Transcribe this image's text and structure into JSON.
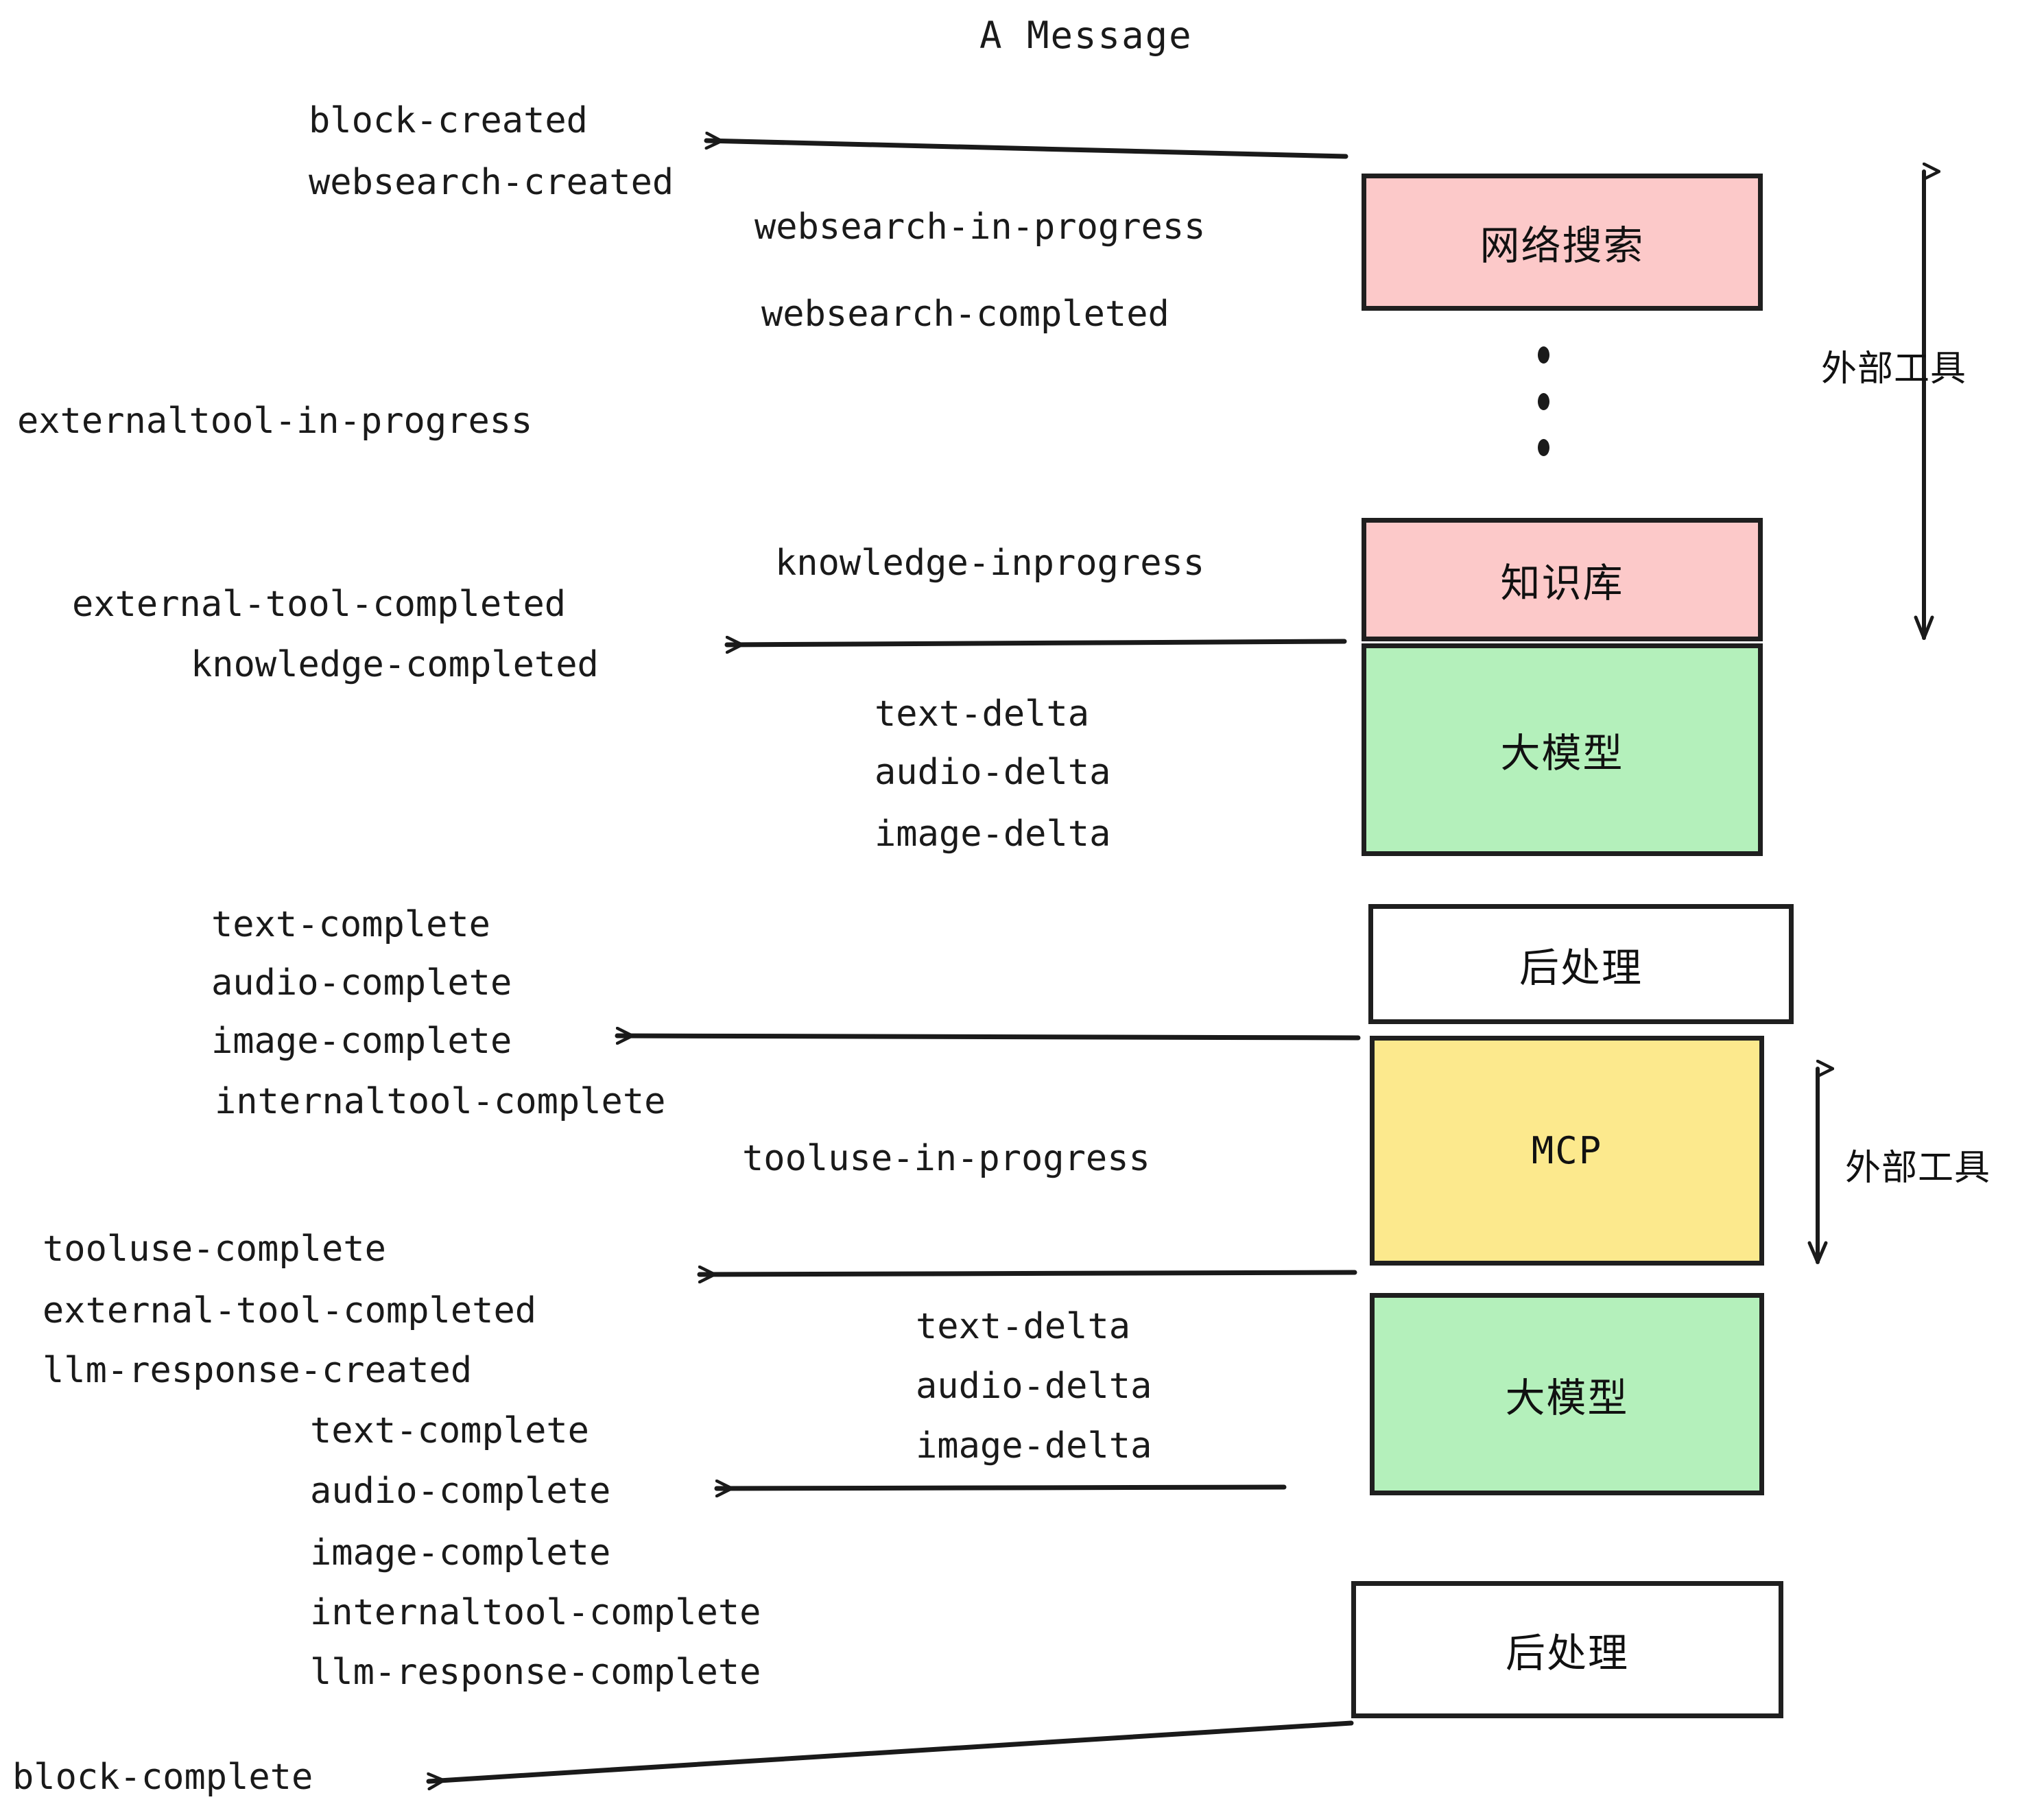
{
  "diagram": {
    "title": "A Message",
    "colors": {
      "pink": "#fcc9c9",
      "green": "#b4f0bb",
      "yellow": "#fce98d",
      "white": "#ffffff",
      "stroke": "#1f1f1f",
      "text": "#1a1a1a"
    },
    "boxes": [
      {
        "id": "websearch",
        "label": "网络搜索",
        "fill": "#fcc9c9"
      },
      {
        "id": "knowledge",
        "label": "知识库",
        "fill": "#fcc9c9"
      },
      {
        "id": "llm-1",
        "label": "大模型",
        "fill": "#b4f0bb"
      },
      {
        "id": "postprocess-1",
        "label": "后处理",
        "fill": "#ffffff"
      },
      {
        "id": "mcp",
        "label": "MCP",
        "fill": "#fce98d"
      },
      {
        "id": "llm-2",
        "label": "大模型",
        "fill": "#b4f0bb"
      },
      {
        "id": "postprocess-2",
        "label": "后处理",
        "fill": "#ffffff"
      }
    ],
    "side_labels": [
      {
        "id": "external-tool-top",
        "label": "外部工具"
      },
      {
        "id": "external-tool-bottom",
        "label": "外部工具"
      }
    ],
    "events": {
      "block_created": "block-created",
      "websearch_created": "websearch-created",
      "websearch_in_progress": "websearch-in-progress",
      "websearch_completed": "websearch-completed",
      "externaltool_in_progress": "externaltool-in-progress",
      "knowledge_inprogress": "knowledge-inprogress",
      "external_tool_completed_1": "external-tool-completed",
      "knowledge_completed": "knowledge-completed",
      "text_delta_1": "text-delta",
      "audio_delta_1": "audio-delta",
      "image_delta_1": "image-delta",
      "text_complete_1": "text-complete",
      "audio_complete_1": "audio-complete",
      "image_complete_1": "image-complete",
      "internaltool_complete_1": "internaltool-complete",
      "tooluse_in_progress": "tooluse-in-progress",
      "tooluse_complete": "tooluse-complete",
      "external_tool_completed_2": "external-tool-completed",
      "llm_response_created": "llm-response-created",
      "text_delta_2": "text-delta",
      "audio_delta_2": "audio-delta",
      "image_delta_2": "image-delta",
      "text_complete_2": "text-complete",
      "audio_complete_2": "audio-complete",
      "image_complete_2": "image-complete",
      "internaltool_complete_2": "internaltool-complete",
      "llm_response_complete": "llm-response-complete",
      "block_complete": "block-complete"
    }
  }
}
